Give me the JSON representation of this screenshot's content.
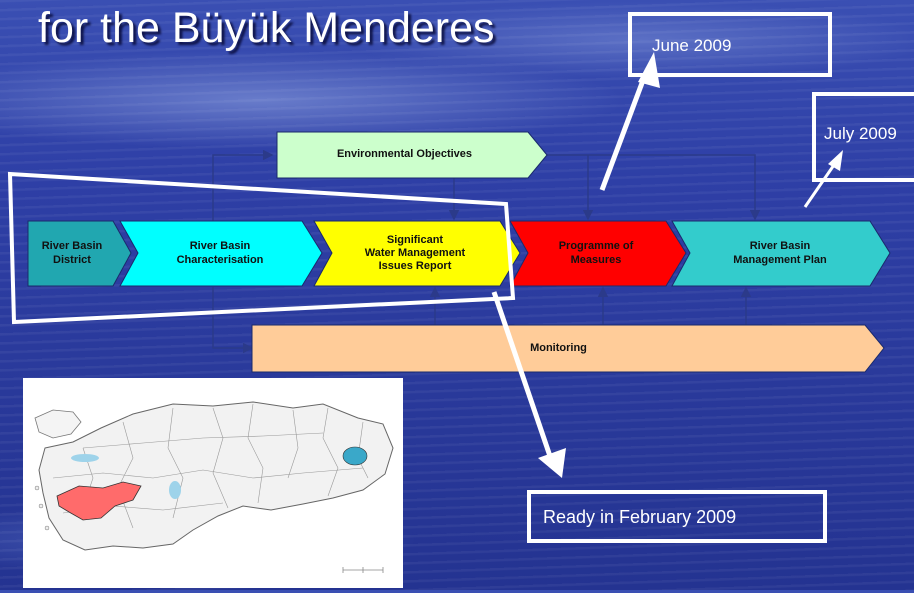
{
  "title": "for the Büyük Menderes",
  "dates": {
    "june": "June 2009",
    "july": "July 2009",
    "february": "Ready in February 2009"
  },
  "process": {
    "river_basin_district": "River Basin\nDistrict",
    "characterisation": "River Basin\nCharacterisation",
    "significant_issues": "Significant\nWater Management\nIssues Report",
    "programme_of_measures": "Programme of\nMeasures",
    "management_plan": "River Basin\nManagement Plan",
    "environmental_objectives": "Environmental Objectives",
    "monitoring": "Monitoring"
  },
  "colors": {
    "district": "#21a7b0",
    "characterisation": "#00ffff",
    "significant": "#ffff00",
    "programme": "#ff0000",
    "plan": "#33cccc",
    "objectives": "#ccffcc",
    "monitoring": "#ffcc99",
    "connector": "#2b3a8a"
  },
  "map": {
    "highlight_color": "#ff6b6b"
  }
}
